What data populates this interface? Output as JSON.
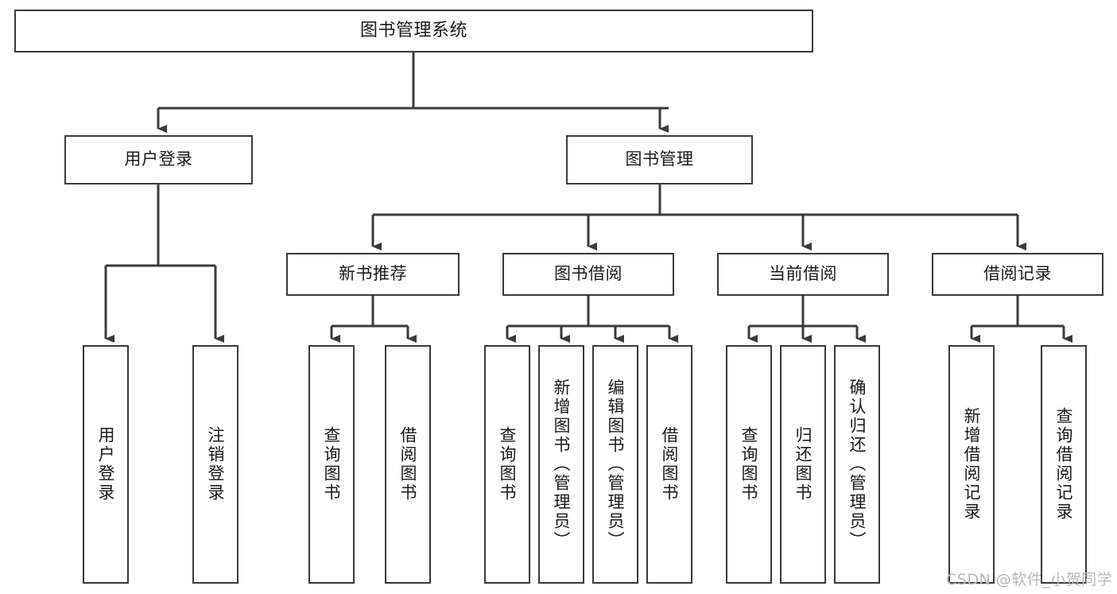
{
  "diagram": {
    "type": "tree-hierarchy",
    "title": "图书管理系统",
    "line_color": "#3a3a3a",
    "box_fill": "#ffffff",
    "text_color": "#1a1a1a",
    "watermark": "CSDN @软件_小贺同学",
    "watermark_color": "#b9b9b9"
  },
  "nodes": {
    "root": {
      "label": "图书管理系统"
    },
    "level1": [
      {
        "label": "用户登录"
      },
      {
        "label": "图书管理"
      }
    ],
    "level2": [
      {
        "label": "新书推荐"
      },
      {
        "label": "图书借阅"
      },
      {
        "label": "当前借阅"
      },
      {
        "label": "借阅记录"
      }
    ],
    "leaves": {
      "user_login": [
        {
          "label": "用户登录"
        },
        {
          "label": "注销登录"
        }
      ],
      "new_book_recommend": [
        {
          "label": "查询图书"
        },
        {
          "label": "借阅图书"
        }
      ],
      "book_borrow": [
        {
          "label": "查询图书"
        },
        {
          "label": "新增图书（管理员）"
        },
        {
          "label": "编辑图书（管理员）"
        },
        {
          "label": "借阅图书"
        }
      ],
      "current_borrow": [
        {
          "label": "查询图书"
        },
        {
          "label": "归还图书"
        },
        {
          "label": "确认归还（管理员）"
        }
      ],
      "borrow_record": [
        {
          "label": "新增借阅记录"
        },
        {
          "label": "查询借阅记录"
        }
      ]
    }
  }
}
